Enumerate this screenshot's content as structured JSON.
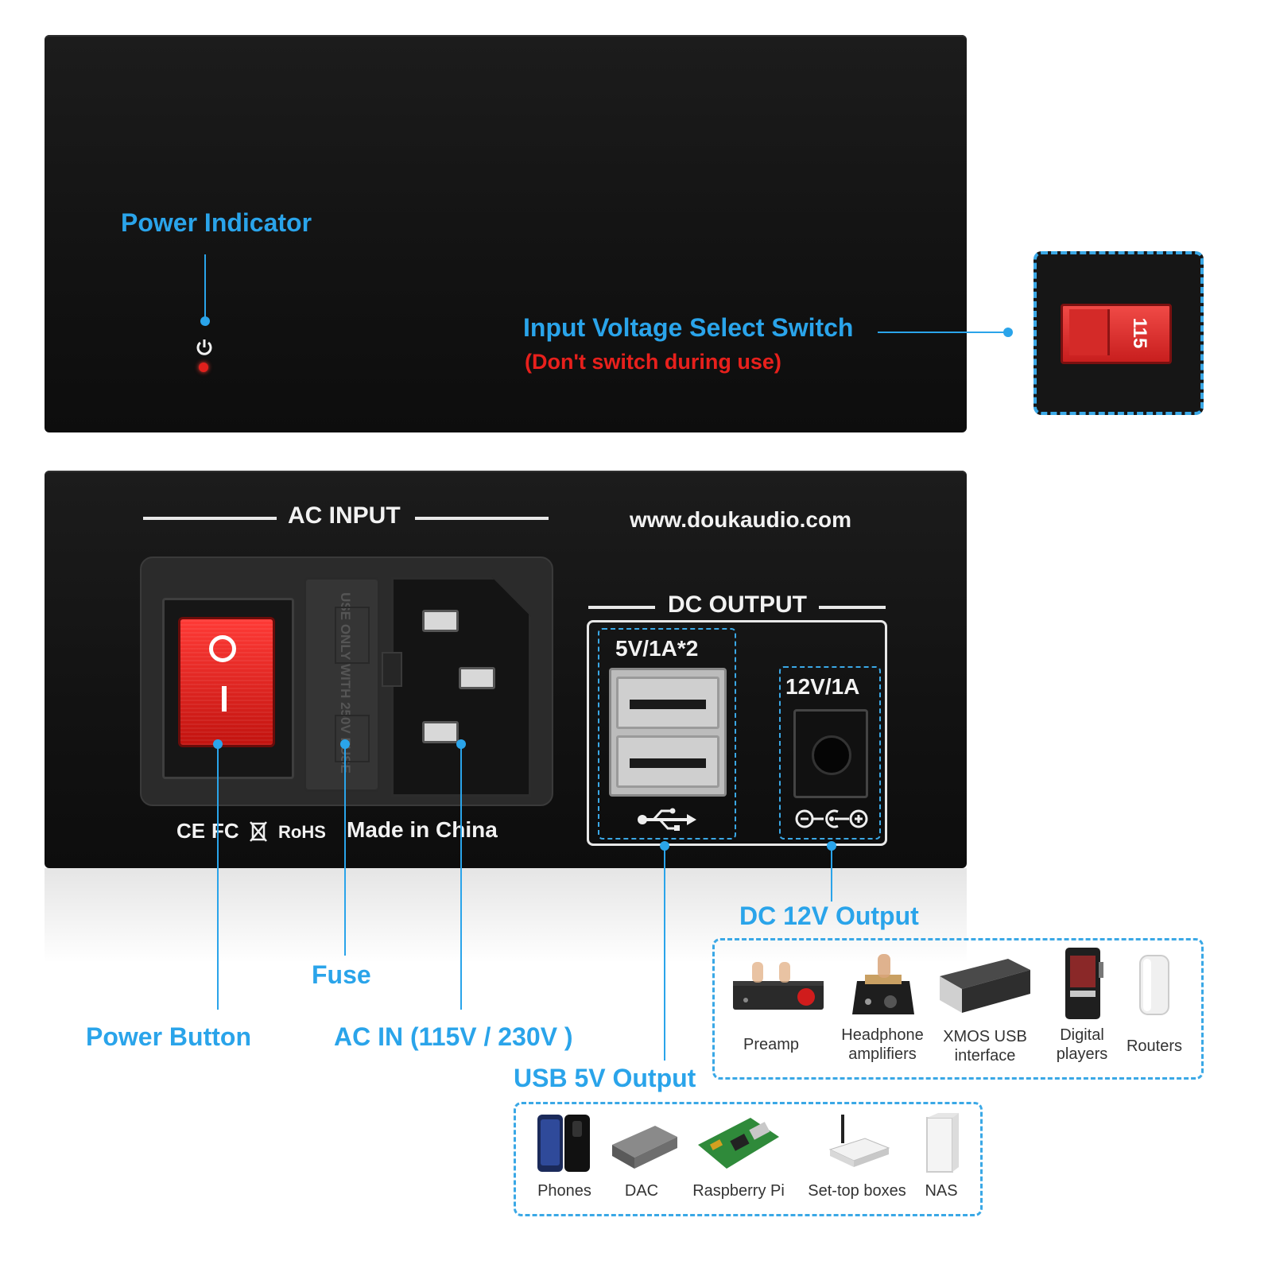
{
  "top_panel": {
    "power_indicator_label": "Power Indicator",
    "power_icon": "power-icon",
    "led_color": "#e0201c",
    "voltage_switch_label": "Input Voltage Select Switch",
    "voltage_switch_warning": "(Don't switch during use)",
    "voltage_switch_value": "115"
  },
  "rear_panel": {
    "ac_input_title": "AC INPUT",
    "website": "www.doukaudio.com",
    "dc_output_title": "DC OUTPUT",
    "usb_rating": "5V/1A*2",
    "dc_rating": "12V/1A",
    "fuse_text": "USE ONLY WITH 250V FUSE",
    "certifications": [
      "CE",
      "FC",
      "RoHS"
    ],
    "origin": "Made in China",
    "power_switch_on": "I",
    "power_switch_off": "O"
  },
  "callouts": {
    "power_button": "Power Button",
    "fuse": "Fuse",
    "ac_in": "AC IN (115V / 230V )",
    "dc_output": "DC 12V Output",
    "usb_output": "USB 5V Output"
  },
  "dc_devices": [
    {
      "label": "Preamp",
      "icon": "preamp-icon"
    },
    {
      "label": "Headphone amplifiers",
      "icon": "headphone-amp-icon"
    },
    {
      "label": "XMOS USB interface",
      "icon": "xmos-interface-icon"
    },
    {
      "label": "Digital players",
      "icon": "digital-player-icon"
    },
    {
      "label": "Routers",
      "icon": "router-icon"
    }
  ],
  "usb_devices": [
    {
      "label": "Phones",
      "icon": "phones-icon"
    },
    {
      "label": "DAC",
      "icon": "dac-icon"
    },
    {
      "label": "Raspberry Pi",
      "icon": "raspberry-pi-icon"
    },
    {
      "label": "Set-top boxes",
      "icon": "set-top-box-icon"
    },
    {
      "label": "NAS",
      "icon": "nas-icon"
    }
  ],
  "colors": {
    "accent": "#2aa4ea",
    "warning": "#e8201c",
    "panel": "#151515"
  }
}
